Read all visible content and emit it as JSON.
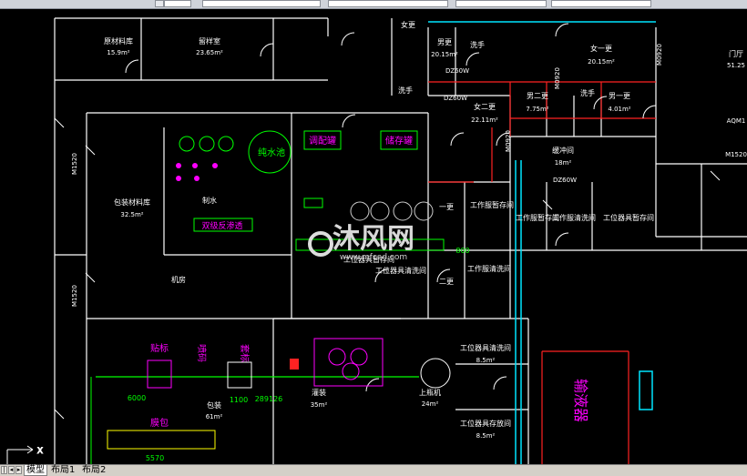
{
  "tabs": [
    "模型",
    "布局1",
    "布局2"
  ],
  "active_tab": 0,
  "watermark": {
    "main": "沐风网",
    "sub": "www.mfcad.com"
  },
  "rooms": [
    {
      "id": "raw",
      "name": "原材料库",
      "area": "15.9m²"
    },
    {
      "id": "sample",
      "name": "留样室",
      "area": "23.65m²"
    },
    {
      "id": "pack",
      "name": "包装材料库",
      "area": "32.5m²"
    },
    {
      "id": "machine",
      "name": "机房",
      "area": ""
    },
    {
      "id": "water",
      "name": "制水",
      "area": ""
    },
    {
      "id": "women",
      "name": "女更",
      "area": ""
    },
    {
      "id": "m1",
      "name": "男更",
      "area": "20.15m²"
    },
    {
      "id": "wash1",
      "name": "洗手",
      "area": ""
    },
    {
      "id": "wash2",
      "name": "洗手",
      "area": ""
    },
    {
      "id": "w1",
      "name": "女一更",
      "area": "20.15m²"
    },
    {
      "id": "door_area",
      "name": "门厅",
      "area": "51.25"
    },
    {
      "id": "w2",
      "name": "女二更",
      "area": "22.11m²"
    },
    {
      "id": "m2",
      "name": "男二更",
      "area": "7.75m²"
    },
    {
      "id": "wash3",
      "name": "洗手",
      "area": ""
    },
    {
      "id": "m1b",
      "name": "男一更",
      "area": "4.01m²"
    },
    {
      "id": "buffer",
      "name": "缓冲间",
      "area": "18m²"
    },
    {
      "id": "g1",
      "name": "一更",
      "area": ""
    },
    {
      "id": "g2",
      "name": "二更",
      "area": ""
    },
    {
      "id": "cloth_store",
      "name": "工作服暂存间",
      "area": ""
    },
    {
      "id": "cloth_store2",
      "name": "工作服暂存间",
      "area": ""
    },
    {
      "id": "cloth_wash",
      "name": "工作服清洗间",
      "area": ""
    },
    {
      "id": "cloth_wash2",
      "name": "工作服清洗间",
      "area": ""
    },
    {
      "id": "tool_store",
      "name": "工位器具暂存间",
      "area": ""
    },
    {
      "id": "tool_wash",
      "name": "工位器具清洗间",
      "area": ""
    },
    {
      "id": "tool_store2",
      "name": "工位器具暂存间",
      "area": ""
    },
    {
      "id": "tool_wash2",
      "name": "工位器具清洗间",
      "area": "8.5m²"
    },
    {
      "id": "tool_keep",
      "name": "工位器具存放间",
      "area": "8.5m²"
    },
    {
      "id": "pack2",
      "name": "包装",
      "area": "61m²"
    },
    {
      "id": "fill",
      "name": "灌装",
      "area": "35m²"
    },
    {
      "id": "upper",
      "name": "上瓶机",
      "area": "24m²"
    }
  ],
  "equipment": [
    {
      "id": "pure",
      "name": "纯水池"
    },
    {
      "id": "prep",
      "name": "调配罐"
    },
    {
      "id": "storage",
      "name": "储存罐"
    },
    {
      "id": "ro",
      "name": "双级反渗透"
    },
    {
      "id": "label",
      "name": "贴标"
    },
    {
      "id": "spray",
      "name": "喷码"
    },
    {
      "id": "wrap",
      "name": "膜包"
    },
    {
      "id": "cover",
      "name": "套标"
    },
    {
      "id": "transfer",
      "name": "输液器"
    }
  ],
  "door_labels": [
    "M1520",
    "M1520",
    "M0920",
    "M0920",
    "M0920",
    "M1520",
    "DZ60W",
    "DZ60W",
    "DZ60W",
    "AQM1"
  ],
  "dims": [
    "6000",
    "1100",
    "289126",
    "5570",
    "800"
  ],
  "ui_colors": {
    "canvas": "#000000",
    "wall": "#ffffff",
    "magenta": "#ff00ff",
    "green": "#00ff00",
    "cyan": "#00ffff",
    "red": "#ff0000",
    "yellow": "#ffff00"
  }
}
